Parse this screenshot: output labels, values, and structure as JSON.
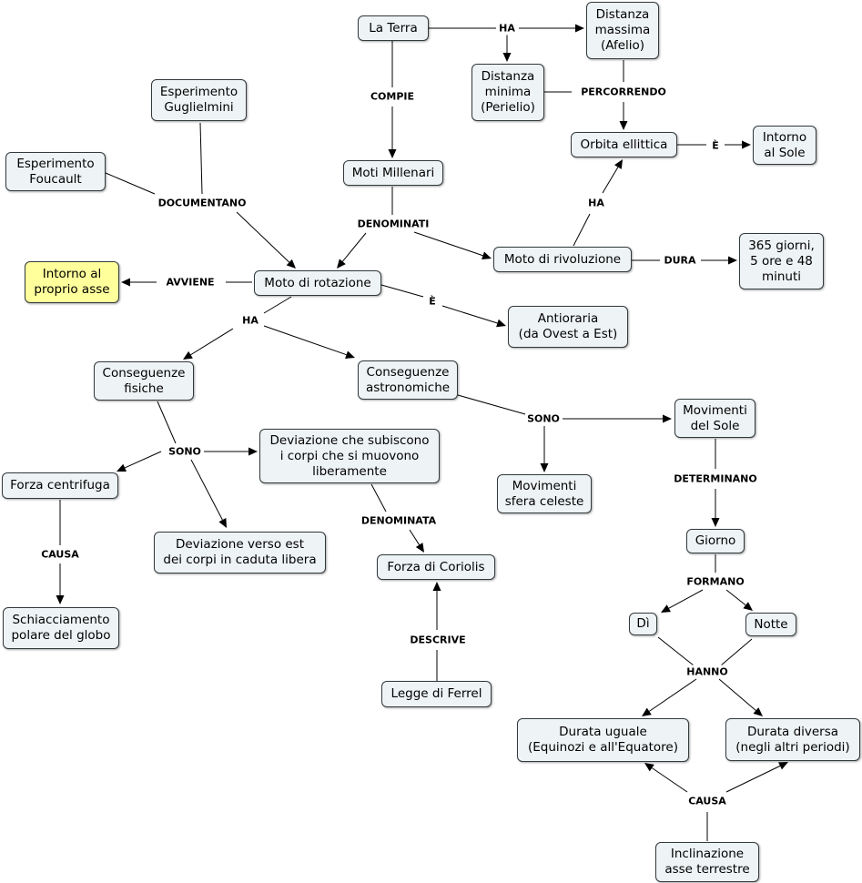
{
  "nodes": {
    "la_terra": "La Terra",
    "distanza_massima": "Distanza\nmassima\n(Afelio)",
    "distanza_minima": "Distanza\nminima\n(Perielio)",
    "orbita_ellittica": "Orbita ellittica",
    "intorno_sole": "Intorno\nal Sole",
    "moti_millenari": "Moti Millenari",
    "esperimento_guglielmini": "Esperimento\nGuglielmini",
    "esperimento_foucault": "Esperimento\nFoucault",
    "moto_rivoluzione": "Moto di rivoluzione",
    "durata_365": "365 giorni,\n5 ore e 48\nminuti",
    "intorno_proprio_asse": "Intorno al\nproprio asse",
    "moto_rotazione": "Moto di rotazione",
    "antioraria": "Antioraria\n(da Ovest a Est)",
    "conseguenze_fisiche": "Conseguenze\nfisiche",
    "conseguenze_astronomiche": "Conseguenze\nastronomiche",
    "movimenti_sole": "Movimenti\ndel Sole",
    "deviazione_corpi": "Deviazione che subiscono\ni corpi che si muovono\nliberamente",
    "forza_centrifuga": "Forza centrifuga",
    "movimenti_sfera": "Movimenti\nsfera celeste",
    "deviazione_est": "Deviazione verso est\ndei corpi in caduta libera",
    "forza_coriolis": "Forza di Coriolis",
    "giorno": "Giorno",
    "schiacciamento": "Schiacciamento\npolare del globo",
    "di": "Dì",
    "notte": "Notte",
    "legge_ferrel": "Legge di Ferrel",
    "durata_uguale": "Durata uguale\n(Equinozi e all'Equatore)",
    "durata_diversa": "Durata diversa\n(negli altri periodi)",
    "inclinazione": "Inclinazione\nasse terrestre"
  },
  "links": {
    "ha_top": "HA",
    "compie": "COMPIE",
    "percorrendo": "PERCORRENDO",
    "e_sole": "È",
    "ha_orbita": "HA",
    "documentano": "DOCUMENTANO",
    "denominati": "DENOMINATI",
    "dura": "DURA",
    "avviene": "AVVIENE",
    "e_antioraria": "È",
    "ha_rotazione": "HA",
    "sono_astro": "SONO",
    "sono_fisiche": "SONO",
    "determinano": "DETERMINANO",
    "denominata": "DENOMINATA",
    "causa_schiacciamento": "CAUSA",
    "formano": "FORMANO",
    "descrive": "DESCRIVE",
    "hanno": "HANNO",
    "causa_inclinazione": "CAUSA"
  },
  "colors": {
    "node_fill": "#eef3f5",
    "highlight_fill": "#ffff9c",
    "line": "#000000"
  }
}
